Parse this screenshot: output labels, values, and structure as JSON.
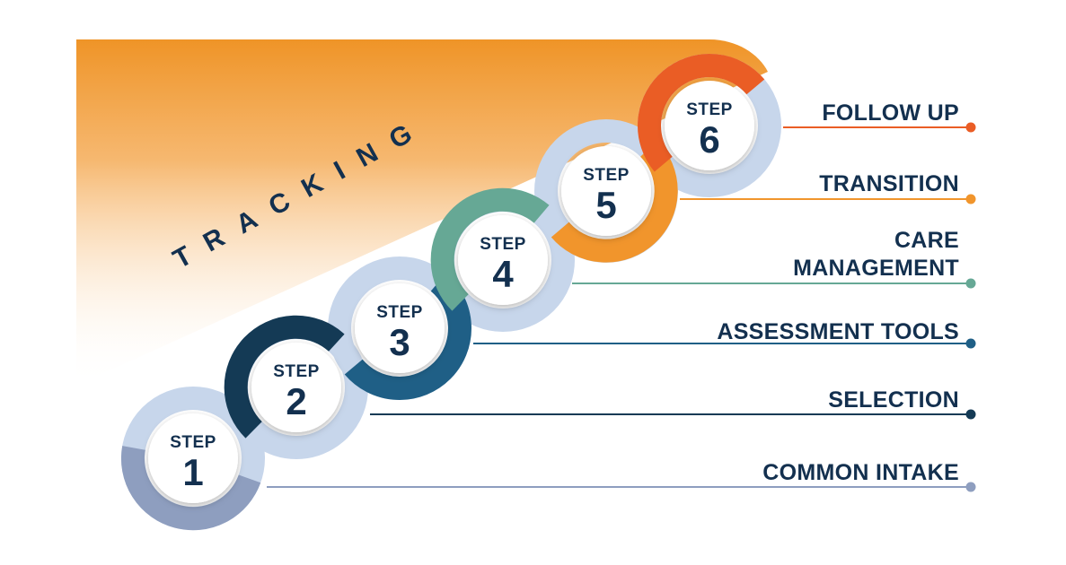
{
  "title": "TRACKING",
  "steps": [
    {
      "word": "STEP",
      "number": "1",
      "label_lines": [
        "COMMON INTAKE"
      ],
      "color": "#8e9ebf"
    },
    {
      "word": "STEP",
      "number": "2",
      "label_lines": [
        "SELECTION"
      ],
      "color": "#143a55"
    },
    {
      "word": "STEP",
      "number": "3",
      "label_lines": [
        "ASSESSMENT TOOLS"
      ],
      "color": "#1f5f86"
    },
    {
      "word": "STEP",
      "number": "4",
      "label_lines": [
        "CARE",
        "MANAGEMENT"
      ],
      "color": "#66a895"
    },
    {
      "word": "STEP",
      "number": "5",
      "label_lines": [
        "TRANSITION"
      ],
      "color": "#f1952c"
    },
    {
      "word": "STEP",
      "number": "6",
      "label_lines": [
        "FOLLOW UP"
      ],
      "color": "#ea5d25"
    }
  ],
  "colors": {
    "ring_light": "#c7d6eb",
    "text_dark": "#13304f",
    "gradient_orange": "#ef9427"
  }
}
